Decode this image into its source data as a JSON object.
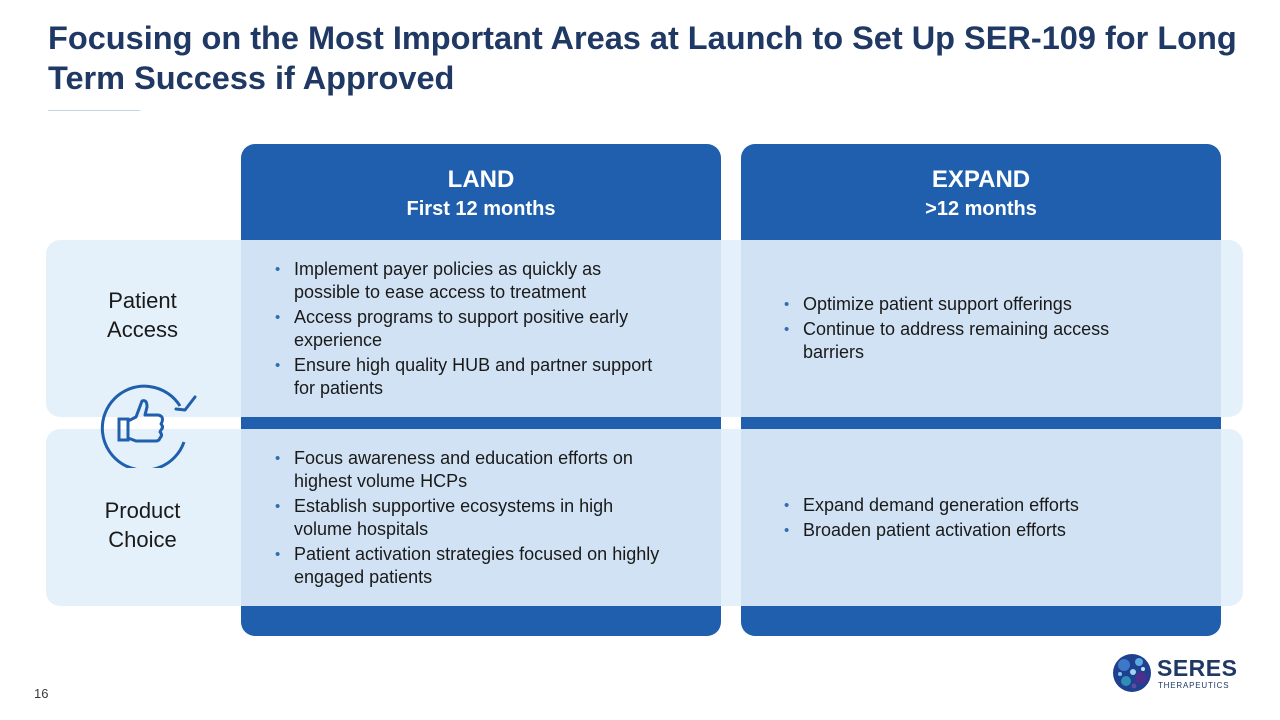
{
  "slide": {
    "title": "Focusing on the Most Important Areas at Launch to Set Up SER-109 for Long Term Success if Approved",
    "page_number": "16"
  },
  "columns": [
    {
      "heading": "LAND",
      "subheading": "First 12 months"
    },
    {
      "heading": "EXPAND",
      "subheading": ">12 months"
    }
  ],
  "rows": [
    {
      "label_line1": "Patient",
      "label_line2": "Access",
      "land_bullets": [
        "Implement payer policies as quickly as possible to ease access to treatment",
        "Access programs to support positive early experience",
        "Ensure high quality HUB and partner support for patients"
      ],
      "expand_bullets": [
        "Optimize patient support offerings",
        "Continue to address remaining access barriers"
      ]
    },
    {
      "label_line1": "Product",
      "label_line2": "Choice",
      "land_bullets": [
        "Focus awareness and education efforts on highest volume HCPs",
        "Establish supportive ecosystems in high volume hospitals",
        "Patient activation strategies focused on highly engaged patients"
      ],
      "expand_bullets": [
        "Expand demand generation efforts",
        "Broaden patient activation efforts"
      ]
    }
  ],
  "logo": {
    "wordmark": "SERES",
    "tagline": "THERAPEUTICS"
  },
  "colors": {
    "title": "#1f3864",
    "column_fill": "#1f5fad",
    "row_band": "#e2f0fa",
    "bullet": "#2f6db5"
  }
}
